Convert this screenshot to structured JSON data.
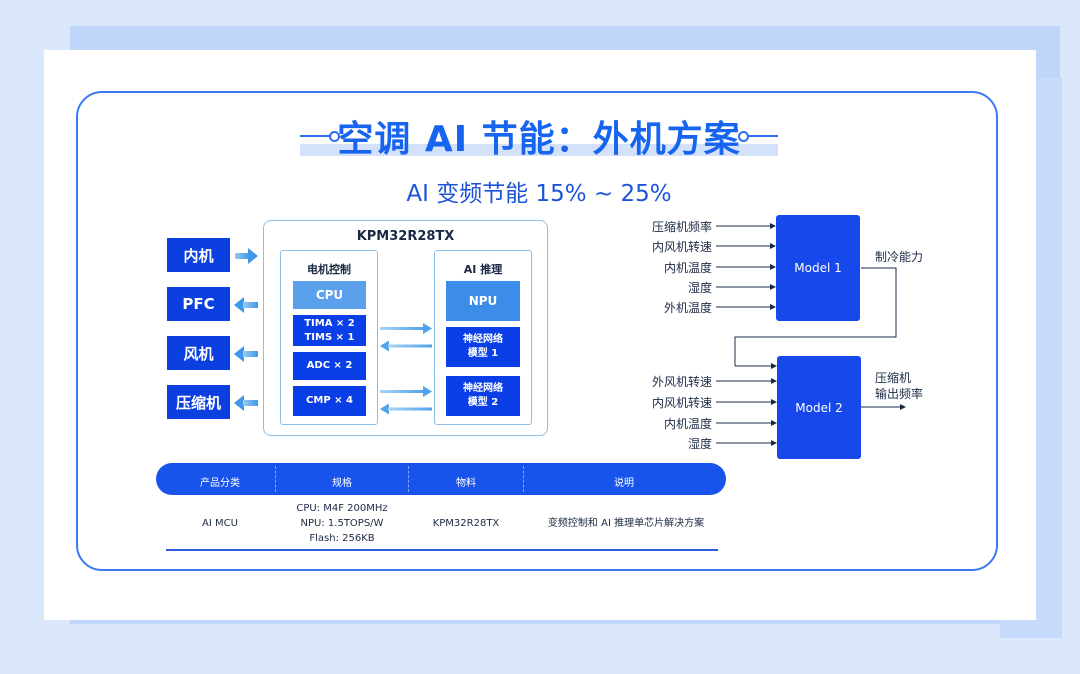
{
  "header": {
    "title": "空调 AI 节能：外机方案",
    "subtitle": "AI  变频节能 15% ~ 25%"
  },
  "chip": {
    "name": "KPM32R28TX",
    "motor": {
      "title": "电机控制",
      "blocks": [
        "CPU",
        "TIMA × 2\nTIMS × 1",
        "ADC × 2",
        "CMP × 4"
      ]
    },
    "ai": {
      "title": "AI 推理",
      "blocks": [
        "NPU",
        "神经网络\n模型 1",
        "神经网络\n模型 2"
      ]
    }
  },
  "left_boxes": [
    "内机",
    "PFC",
    "风机",
    "压缩机"
  ],
  "model1": {
    "label": "Model 1",
    "inputs": [
      "压缩机频率",
      "内风机转速",
      "内机温度",
      "湿度",
      "外机温度"
    ],
    "output": "制冷能力"
  },
  "model2": {
    "label": "Model 2",
    "inputs": [
      "外风机转速",
      "内风机转速",
      "内机温度",
      "湿度"
    ],
    "output": [
      "压缩机",
      "输出频率"
    ]
  },
  "table": {
    "headers": [
      "产品分类",
      "规格",
      "物料",
      "说明"
    ],
    "row": [
      "AI MCU",
      "CPU: M4F 200MHz\nNPU: 1.5TOPS/W\nFlash: 256KB",
      "KPM32R28TX",
      "变频控制和 AI 推理单芯片解决方案"
    ]
  },
  "colors": {
    "primary": "#1853ec",
    "light_blue": "#5aa0ec",
    "frame": "#3a7af0"
  }
}
